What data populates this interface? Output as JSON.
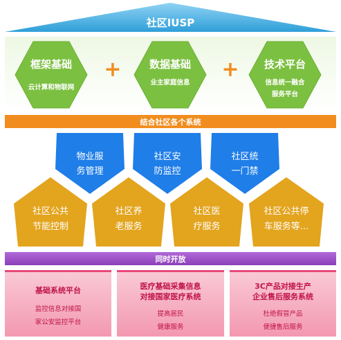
{
  "header": {
    "title": "社区IUSP"
  },
  "foundations": [
    {
      "title": "框架基础",
      "sub1": "云计算和物联网",
      "sub2": ""
    },
    {
      "title": "数据基础",
      "sub1": "业主家庭信息",
      "sub2": ""
    },
    {
      "title": "技术平台",
      "sub1": "信息统一融合",
      "sub2": "服务平台"
    }
  ],
  "plus_symbol": "+",
  "middle_bar": {
    "label": "结合社区各个系统"
  },
  "blue_systems": [
    {
      "line1": "物业服",
      "line2": "务管理"
    },
    {
      "line1": "社区安",
      "line2": "防监控"
    },
    {
      "line1": "社区统",
      "line2": "一门禁"
    }
  ],
  "gold_systems": [
    {
      "line1": "社区公共",
      "line2": "节能控制"
    },
    {
      "line1": "社区养",
      "line2": "老服务"
    },
    {
      "line1": "社区医",
      "line2": "疗服务"
    },
    {
      "line1": "社区公共停",
      "line2": "车服务等..."
    }
  ],
  "bottom_bar": {
    "label": "同时开放"
  },
  "platforms": [
    {
      "title1": "基础系统平台",
      "title2": "",
      "sub1": "监控信息对接国",
      "sub2": "家公安监控平台"
    },
    {
      "title1": "医疗基础采集信息",
      "title2": "对接国家医疗系统",
      "sub1": "提高居民",
      "sub2": "健康服务"
    },
    {
      "title1": "3C产品对接生产",
      "title2": "企业售后服务系统",
      "sub1": "杜绝假冒产品",
      "sub2": "便捷售后服务"
    }
  ],
  "colors": {
    "roof": "#5ab8e6",
    "green": "#7cc041",
    "orange_bar": "#f18d1f",
    "blue": "#1f7ee8",
    "gold": "#e3a41e",
    "purple_bar": "#9b4fc6",
    "pink": "#f398b0"
  }
}
